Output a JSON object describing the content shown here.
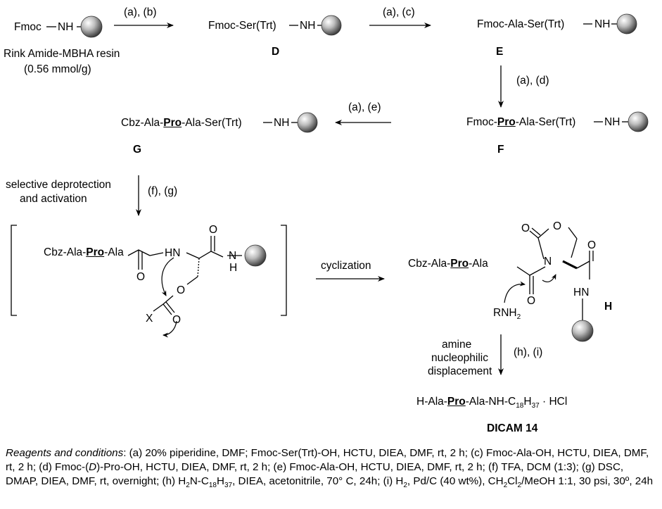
{
  "step1": {
    "reagents": "(a), (b)"
  },
  "step2": {
    "reagents": "(a), (c)"
  },
  "step3": {
    "reagents": "(a), (d)"
  },
  "step4": {
    "reagents": "(a), (e)"
  },
  "step5": {
    "reagents": "(f), (g)",
    "note1": "selective deprotection",
    "note2": "and activation"
  },
  "step6": {
    "label": "cyclization"
  },
  "step7": {
    "reagents": "(h), (i)",
    "note1": "amine",
    "note2": "nucleophilic",
    "note3": "displacement"
  },
  "start": {
    "prefix": "Fmoc",
    "nh": "NH",
    "resin_name": "Rink Amide-MBHA resin",
    "loading": "(0.56 mmol/g)"
  },
  "D": {
    "label": "D",
    "formula": "Fmoc-Ser(Trt)",
    "nh": "NH"
  },
  "E": {
    "label": "E",
    "formula": "Fmoc-Ala-Ser(Trt)",
    "nh": "NH"
  },
  "F": {
    "label": "F",
    "prefix": "Fmoc-",
    "pro": "Pro",
    "suffix": "-Ala-Ser(Trt)",
    "nh": "NH"
  },
  "G": {
    "label": "G",
    "prefix": "Cbz-Ala-",
    "pro": "Pro",
    "suffix": "-Ala-Ser(Trt)",
    "nh": "NH"
  },
  "intermediate": {
    "prefix": "Cbz-Ala-",
    "pro": "Pro",
    "suffix": "-Ala",
    "o_top": "O",
    "o_bottom": "O",
    "hn": "HN",
    "n": "N",
    "h": "H",
    "o_ester": "O",
    "o_carbonyl": "O",
    "x": "X"
  },
  "H": {
    "label": "H",
    "prefix": "Cbz-Ala-",
    "pro": "Pro",
    "suffix": "-Ala",
    "o_ring1": "O",
    "o_ring2": "O",
    "n": "N",
    "o_acyl": "O",
    "o_amide": "O",
    "hn": "HN",
    "amine": "RNH",
    "amine_sub": "2"
  },
  "product": {
    "prefix": "H-Ala-",
    "pro": "Pro",
    "mid": "-Ala-NH-C",
    "sub1": "18",
    "mid2": "H",
    "sub2": "37",
    "salt": " · HCl",
    "name": "DICAM 14"
  },
  "footnote": {
    "lead": "Reagents and conditions",
    "text_a": ": (a) 20% piperidine, DMF;  Fmoc-Ser(Trt)-OH, HCTU, DIEA, DMF, rt, 2 h; (c)  Fmoc-Ala-OH, HCTU, DIEA, DMF, rt, 2 h; (d)  Fmoc-(",
    "d_italic": "D",
    "text_b": ")-Pro-OH, HCTU, DIEA, DMF, rt, 2 h; (e)  Fmoc-Ala-OH, HCTU, DIEA, DMF, rt, 2 h; (f) TFA, DCM (1:3); (g) DSC, DMAP, DIEA, DMF, rt, overnight; (h) H",
    "h_sub": "2",
    "text_c": "N-C",
    "c_sub1": "18",
    "text_d": "H",
    "c_sub2": "37",
    "text_e": ", DIEA, acetonitrile, 70° C, 24h; (i) H",
    "i_sub": "2",
    "text_f": ", Pd/C (40 wt%), CH",
    "ch_sub": "2",
    "text_g": "Cl",
    "cl_sub": "2",
    "text_h": "/MeOH 1:1, 30 psi, 30º, 24h"
  }
}
